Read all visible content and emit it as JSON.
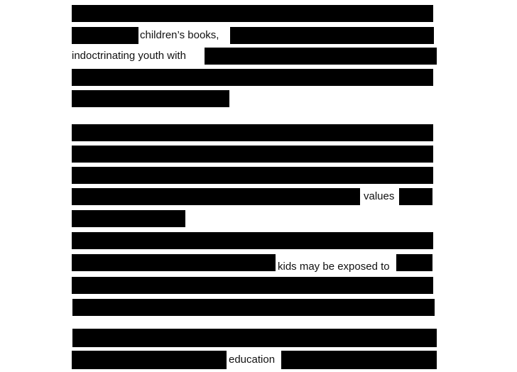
{
  "document": {
    "visible_fragments": {
      "childrens_books": "children’s books,",
      "indoctrinating_youth": "indoctrinating youth with",
      "values": "values",
      "kids_exposed": "kids may be exposed to",
      "education": "education"
    },
    "colors": {
      "redaction": "#000000",
      "page_background": "#ffffff",
      "text": "#111111"
    }
  }
}
